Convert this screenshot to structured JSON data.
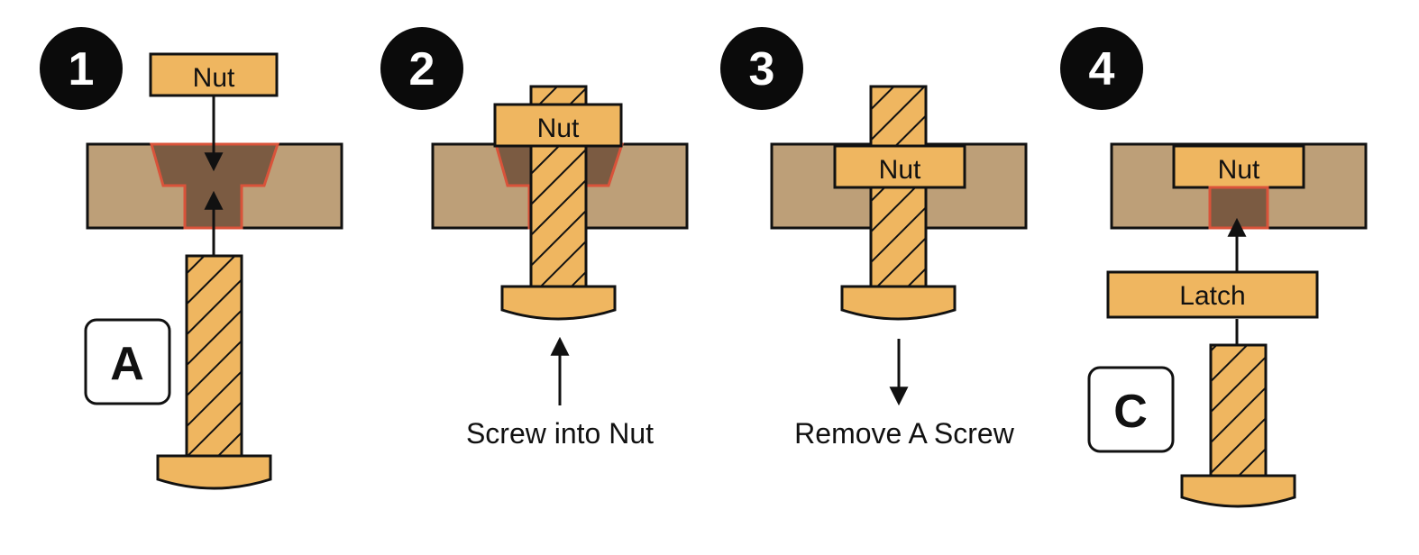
{
  "colors": {
    "board": "#bd9f78",
    "cavity": "#7b5b42",
    "cavity_outline": "#d9533a",
    "part": "#efb660",
    "outline": "#111111",
    "step_circle": "#0b0b0b"
  },
  "steps": [
    {
      "number": "1",
      "nut_label": "Nut",
      "tag": "A"
    },
    {
      "number": "2",
      "nut_label": "Nut",
      "caption": "Screw into Nut"
    },
    {
      "number": "3",
      "nut_label": "Nut",
      "caption": "Remove A Screw"
    },
    {
      "number": "4",
      "nut_label": "Nut",
      "latch_label": "Latch",
      "tag": "C"
    }
  ]
}
